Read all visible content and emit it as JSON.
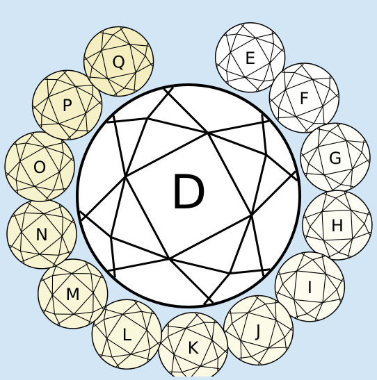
{
  "background_color": "#d2e6f6",
  "center_stone": {
    "label": "D",
    "fill": "#ffffff"
  },
  "grades": [
    {
      "label": "E",
      "tint": "#ffffff"
    },
    {
      "label": "F",
      "tint": "#fffffe"
    },
    {
      "label": "G",
      "tint": "#fefef8"
    },
    {
      "label": "H",
      "tint": "#fefdf3"
    },
    {
      "label": "I",
      "tint": "#fdfcee"
    },
    {
      "label": "J",
      "tint": "#fcfbe8"
    },
    {
      "label": "K",
      "tint": "#fbf9e3"
    },
    {
      "label": "L",
      "tint": "#f9f7dc"
    },
    {
      "label": "M",
      "tint": "#f8f6d6"
    },
    {
      "label": "N",
      "tint": "#f7f4d1"
    },
    {
      "label": "O",
      "tint": "#f6f2cb"
    },
    {
      "label": "P",
      "tint": "#f5f0c6"
    },
    {
      "label": "Q",
      "tint": "#f4eec0"
    }
  ]
}
